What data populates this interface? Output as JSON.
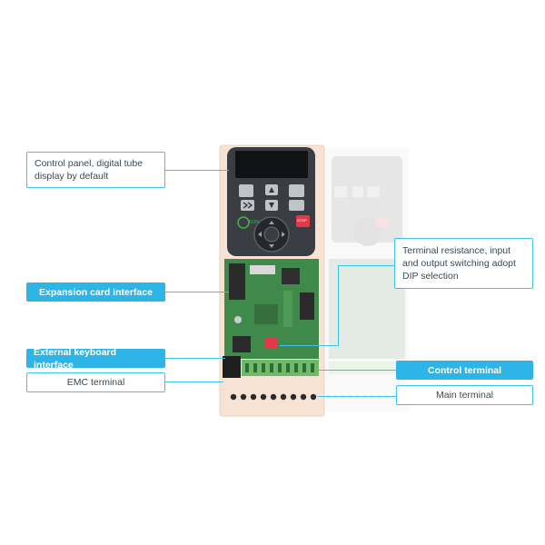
{
  "callouts": {
    "control_panel": "Control panel, digital tube display by default",
    "expansion_card": "Expansion card interface",
    "external_keyboard": "External keyboard interface",
    "emc_terminal": "EMC terminal",
    "dip_selection": "Terminal resistance, input and output switching adopt DIP selection",
    "control_terminal": "Control terminal",
    "main_terminal": "Main terminal"
  },
  "panel_text": {
    "run_key": "RUN",
    "stop_key": "STOP"
  },
  "colors": {
    "accent": "#2eb5e8",
    "outline": "#3fc0ec",
    "housing": "#f6e3d3",
    "keypad": "#3a3d42",
    "pcb": "#3f8a4a",
    "terminal": "#6dbb6a",
    "stop_key": "#e2384a"
  }
}
